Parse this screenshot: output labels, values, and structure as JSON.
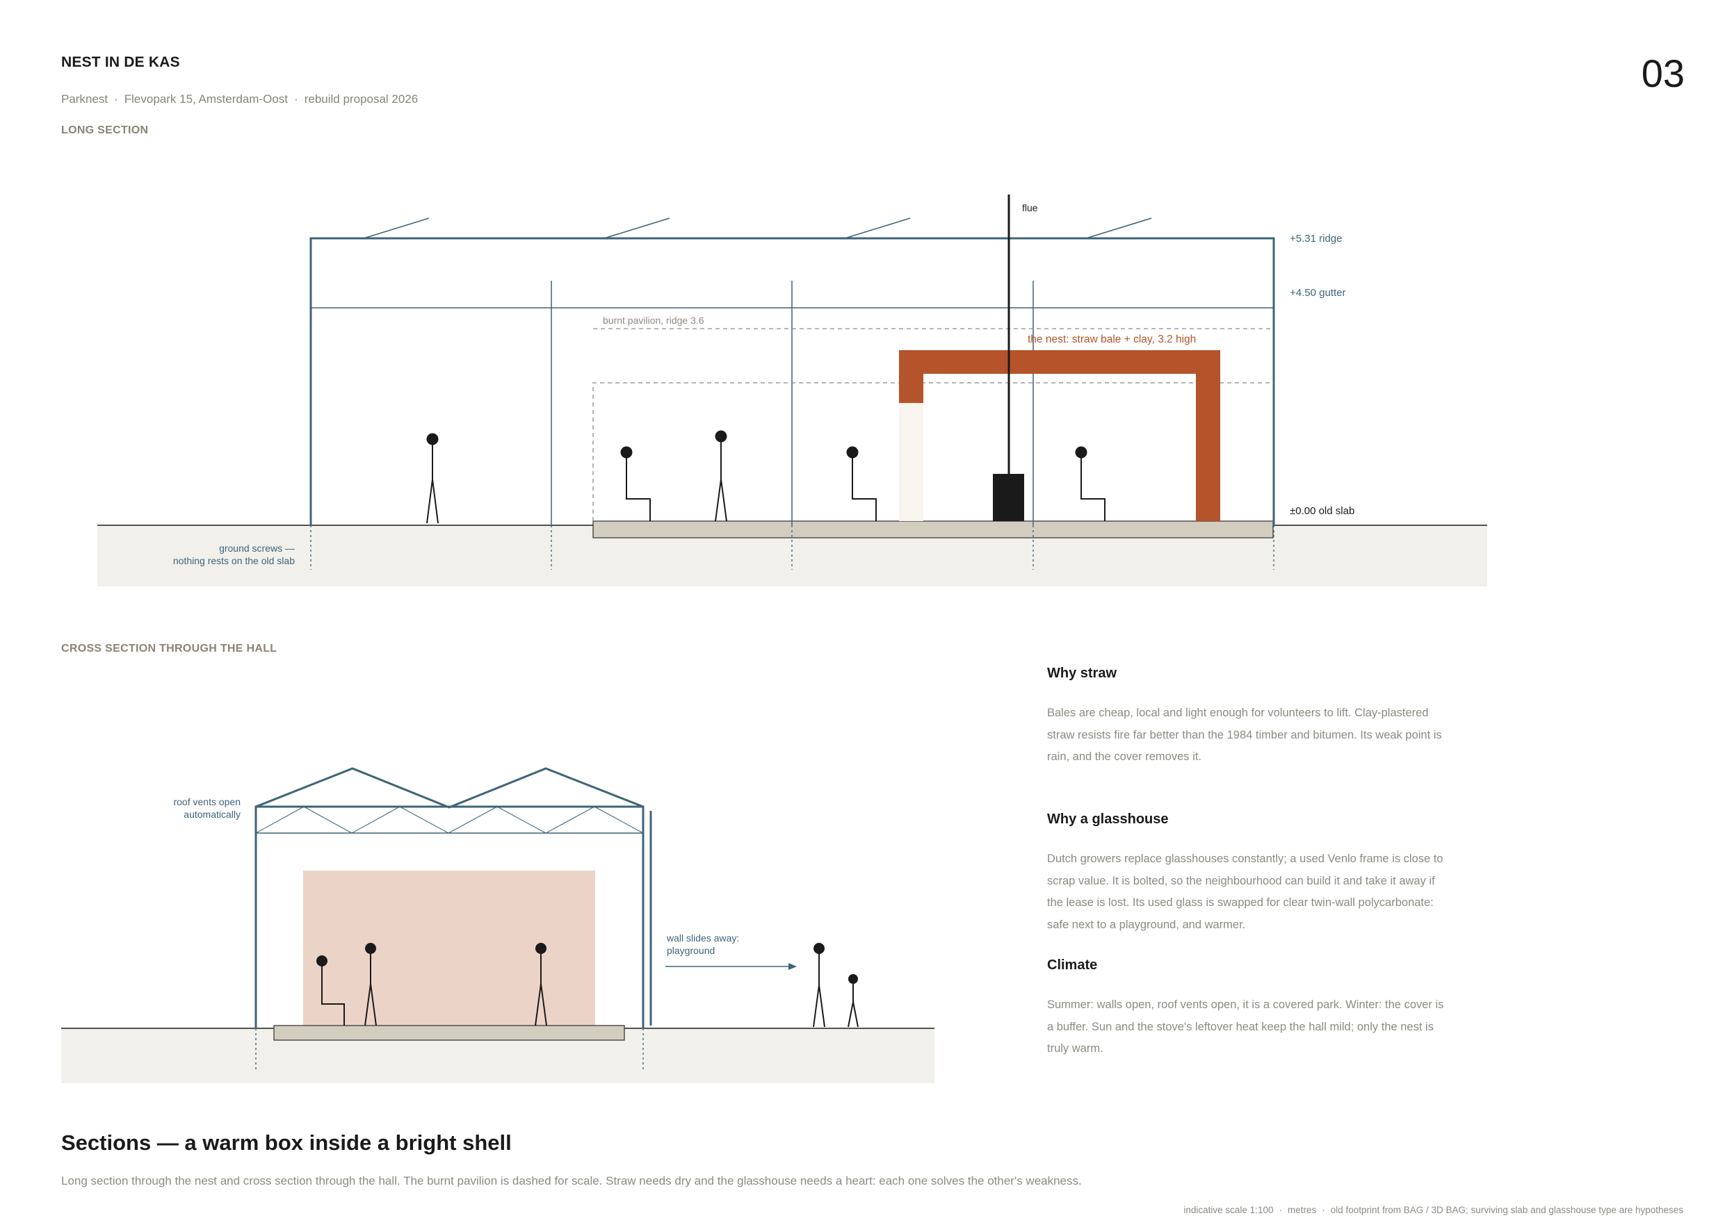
{
  "header": {
    "project_title": "NEST IN DE KAS",
    "subtitle_parts": [
      "Parknest",
      "Flevopark 15, Amsterdam-Oost",
      "rebuild proposal 2026"
    ],
    "separator": "·",
    "sheet_number": "03"
  },
  "long_section": {
    "label": "LONG SECTION",
    "annotations": {
      "flue": "flue",
      "ridge": "+5.31 ridge",
      "gutter": "+4.50 gutter",
      "slab": "±0.00 old slab",
      "burnt_pavilion": "burnt pavilion, ridge 3.6",
      "nest": "the nest: straw bale + clay, 3.2 high",
      "ground_screws_line1": "ground screws —",
      "ground_screws_line2": "nothing rests on the old slab"
    }
  },
  "cross_section": {
    "label": "CROSS SECTION THROUGH THE HALL",
    "annotations": {
      "roof_vents_line1": "roof vents open",
      "roof_vents_line2": "automatically",
      "wall_slides_line1": "wall slides away:",
      "wall_slides_line2": "playground"
    }
  },
  "text_blocks": [
    {
      "title": "Why straw",
      "body": "Bales are cheap, local and light enough for volunteers to lift. Clay-plastered straw resists fire far better than the 1984 timber and bitumen. Its weak point is rain, and the cover removes it."
    },
    {
      "title": "Why a glasshouse",
      "body": "Dutch growers replace glasshouses constantly; a used Venlo frame is close to scrap value. It is bolted, so the neighbourhood can build it and take it away if the lease is lost. Its used glass is swapped for clear twin-wall polycarbonate: safe next to a playground, and warmer."
    },
    {
      "title": "Climate",
      "body": "Summer: walls open, roof vents open, it is a covered park. Winter: the cover is a buffer. Sun and the stove's leftover heat keep the hall mild; only the nest is truly warm."
    }
  ],
  "headline": "Sections — a warm box inside a bright shell",
  "caption": "Long section through the nest and cross section through the hall. The burnt pavilion is dashed for scale. Straw needs dry and the glasshouse needs a heart: each one solves the other's weakness.",
  "footer": {
    "parts": [
      "indicative scale 1:100",
      "metres",
      "old footprint from BAG / 3D BAG; surviving slab and glasshouse type are hypotheses"
    ],
    "separator": "·"
  },
  "colors": {
    "frame_blue": "#3f6478",
    "nest_rust": "#b5532b",
    "slab_grey": "#d3cdc0",
    "ground": "#f1f0eb",
    "hall_pink": "#ecd3c8",
    "text_grey": "#8d8a82",
    "figure_black": "#1a1a1a"
  }
}
